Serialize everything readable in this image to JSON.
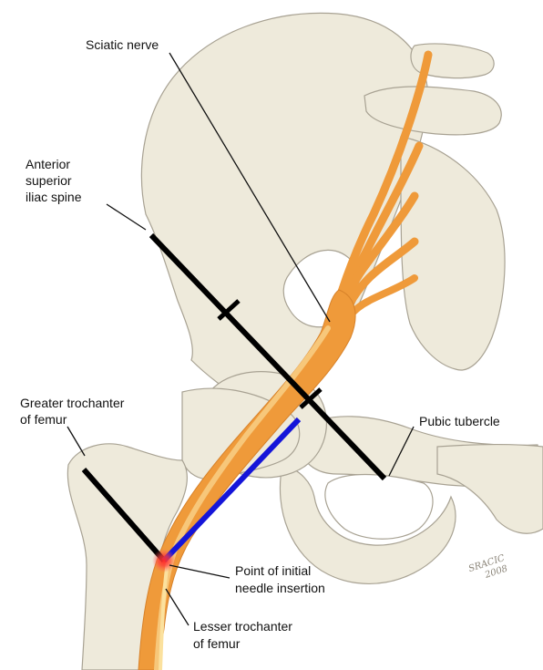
{
  "labels": {
    "sciatic_nerve": "Sciatic nerve",
    "asis": [
      "Anterior",
      "superior",
      "iliac spine"
    ],
    "greater_trochanter": [
      "Greater trochanter",
      "of femur"
    ],
    "pubic_tubercle": "Pubic tubercle",
    "needle_point": [
      "Point of initial",
      "needle insertion"
    ],
    "lesser_trochanter": [
      "Lesser trochanter",
      "of femur"
    ]
  },
  "signature": [
    "SRACIC",
    "2008"
  ],
  "colors": {
    "bone_fill": "#eeeadb",
    "bone_stroke": "#a8a293",
    "nerve": "#ef9a3a",
    "nerve_light": "#f7c77a",
    "guide_line": "#000000",
    "needle_path": "#1515d9",
    "needle_point": "#e8202a",
    "leader_line": "#111111"
  }
}
